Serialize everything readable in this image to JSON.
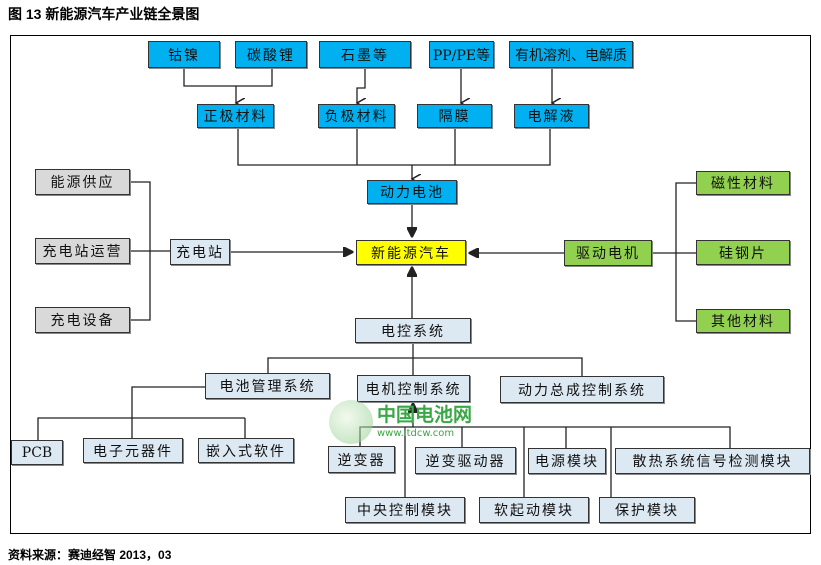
{
  "title": "图 13  新能源汽车产业链全景图",
  "source": "资料来源：赛迪经智   2013，03",
  "watermark": {
    "name": "中国电池网",
    "url": "www.itdcw.com"
  },
  "nodes": {
    "cobalt_nickel": "钴镍",
    "lithium_carbonate": "碳酸锂",
    "graphite": "石墨等",
    "pp_pe": "PP/PE等",
    "electrolyte_raw": "有机溶剂、电解质",
    "cathode": "正极材料",
    "anode": "负极材料",
    "separator": "隔膜",
    "electrolyte": "电解液",
    "battery": "动力电池",
    "nev": "新能源汽车",
    "energy_supply": "能源供应",
    "station_operation": "充电站运营",
    "charging_equipment": "充电设备",
    "charging_station": "充电站",
    "drive_motor": "驱动电机",
    "magnetic": "磁性材料",
    "silicon_steel": "硅钢片",
    "other_materials": "其他材料",
    "ecu": "电控系统",
    "bms": "电池管理系统",
    "motor_control": "电机控制系统",
    "powertrain_control": "动力总成控制系统",
    "pcb": "PCB",
    "electronic_components": "电子元器件",
    "embedded_software": "嵌入式软件",
    "inverter": "逆变器",
    "inverter_driver": "逆变驱动器",
    "power_module": "电源模块",
    "thermal_signal": "散热系统信号检测模块",
    "central_control": "中央控制模块",
    "soft_start": "软起动模块",
    "protection": "保护模块"
  }
}
